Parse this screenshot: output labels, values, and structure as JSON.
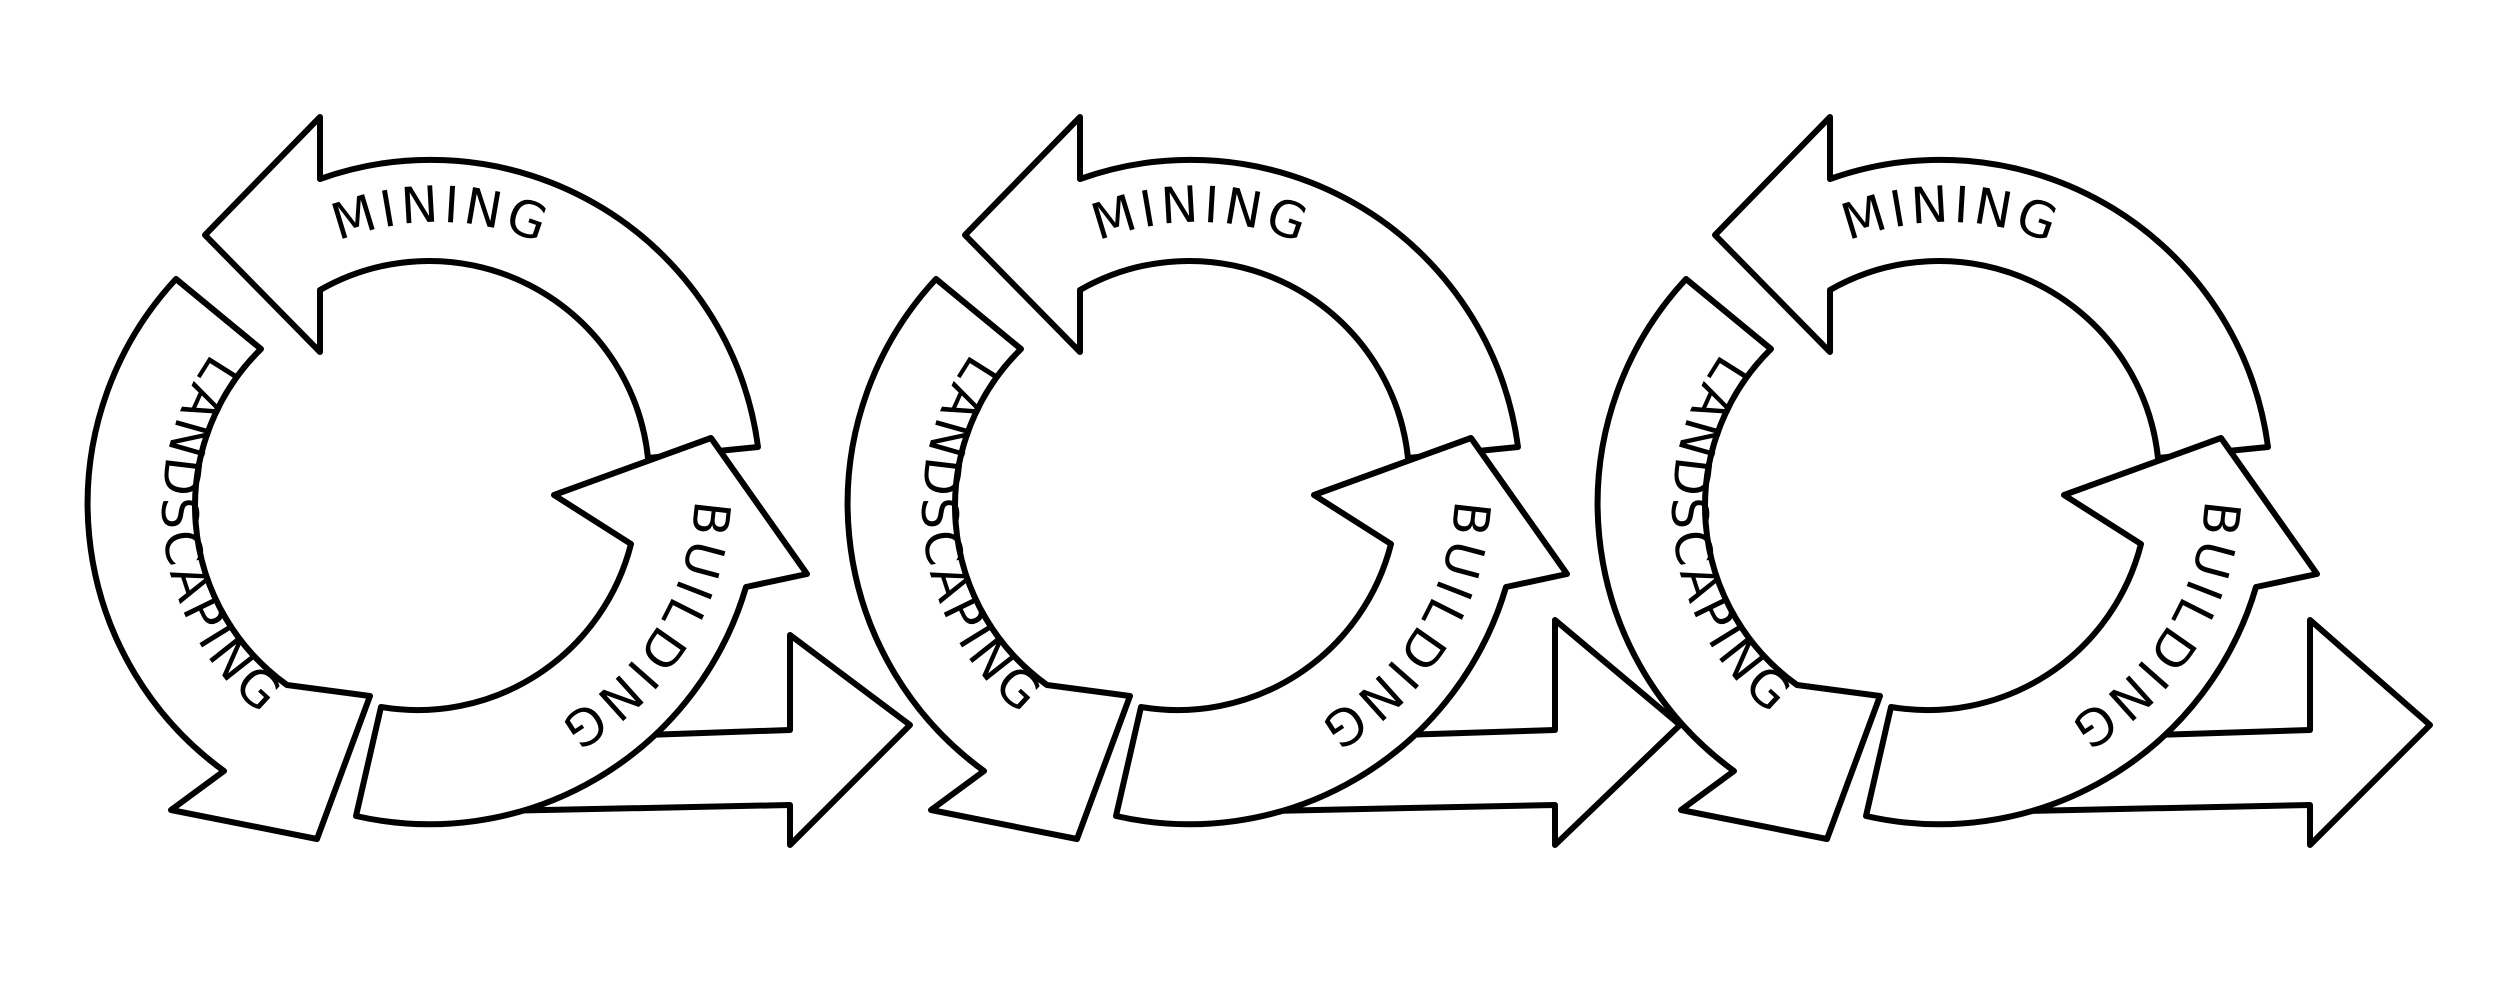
{
  "diagram": {
    "stages": [
      "MINING",
      "BUILDING",
      "LANDSCAPING"
    ],
    "cycle_count": 3,
    "line_color": "#000000",
    "background": "#ffffff"
  }
}
